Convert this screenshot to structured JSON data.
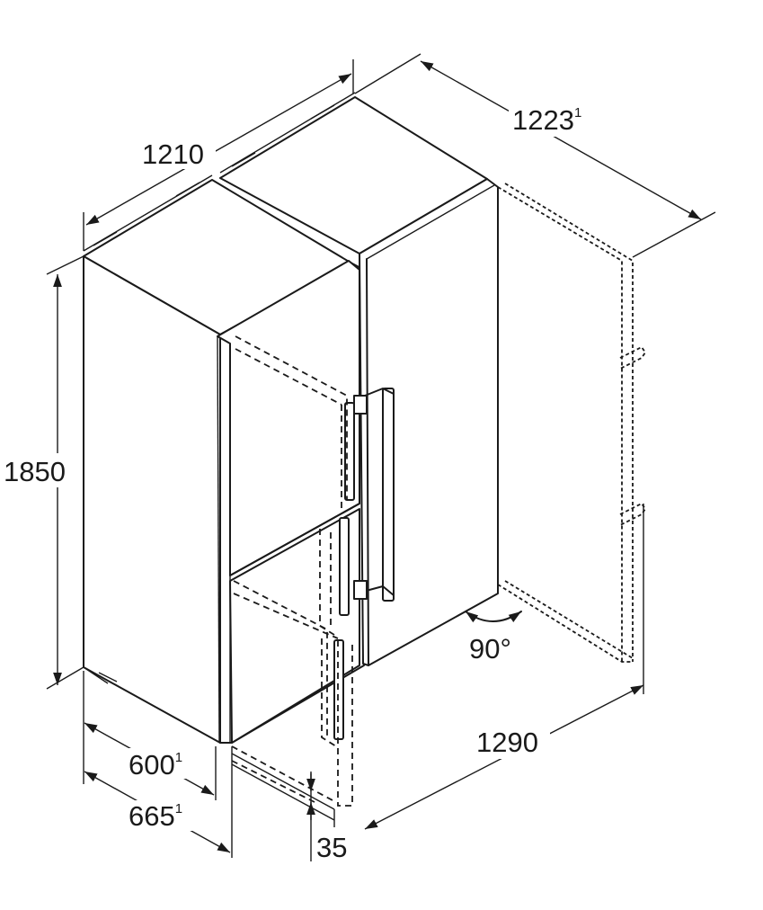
{
  "dimensions": {
    "total_width": {
      "value": "1210",
      "note": ""
    },
    "total_depth_open": {
      "value": "1223",
      "note": "1"
    },
    "height": {
      "value": "1850",
      "note": ""
    },
    "depth_body": {
      "value": "600",
      "note": "1"
    },
    "depth_with_handle": {
      "value": "665",
      "note": "1"
    },
    "door_offset": {
      "value": "35",
      "note": ""
    },
    "open_door_clearance": {
      "value": "1290",
      "note": ""
    },
    "door_angle": {
      "value": "90°"
    }
  }
}
